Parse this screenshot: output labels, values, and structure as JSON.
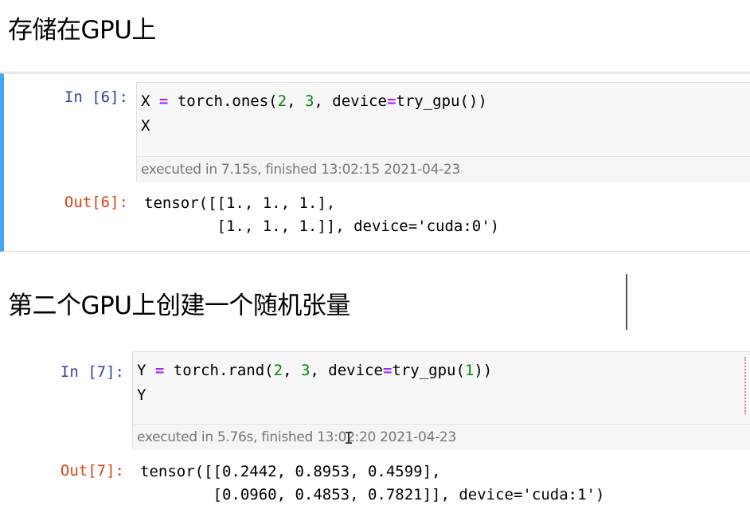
{
  "sections": {
    "heading1": "存储在GPU上",
    "heading2": "第二个GPU上创建一个随机张量"
  },
  "cell6": {
    "in_prompt": "In [6]:",
    "code_line1": {
      "lhs": "X ",
      "eq": "=",
      "call_a": " torch.ones(",
      "n1": "2",
      "comma1": ", ",
      "n2": "3",
      "kw": ", device",
      "eq2": "=",
      "call_b": "try_gpu())"
    },
    "code_line2": "X",
    "exec_info": "executed in 7.15s, finished 13:02:15 2021-04-23",
    "out_prompt": "Out[6]:",
    "output_line1": "tensor([[1., 1., 1.],",
    "output_line2": "        [1., 1., 1.]], device='cuda:0')"
  },
  "cell7": {
    "in_prompt": "In [7]:",
    "code_line1": {
      "lhs": "Y ",
      "eq": "=",
      "call_a": " torch.rand(",
      "n1": "2",
      "comma1": ", ",
      "n2": "3",
      "kw": ", device",
      "eq2": "=",
      "call_b": "try_gpu(",
      "n3": "1",
      "close": "))"
    },
    "code_line2": "Y",
    "exec_info": "executed in 5.76s, finished 13:02:20 2021-04-23",
    "out_prompt": "Out[7]:",
    "output_line1": "tensor([[0.2442, 0.8953, 0.4599],",
    "output_line2": "        [0.0960, 0.4853, 0.7821]], device='cuda:1')"
  },
  "icons": {
    "text_cursor": "𝙸"
  }
}
